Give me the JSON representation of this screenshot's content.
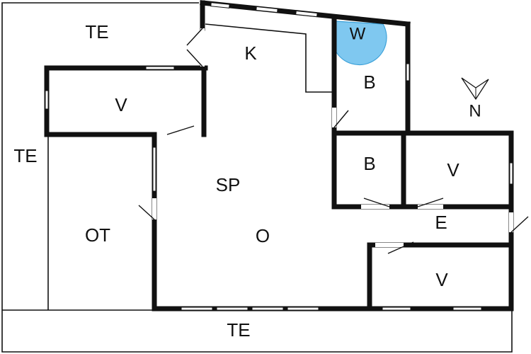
{
  "floorplan": {
    "rooms": {
      "te_top": "TE",
      "te_left": "TE",
      "te_bottom": "TE",
      "k": "K",
      "w": "W",
      "b_upper": "B",
      "b_lower": "B",
      "v_left": "V",
      "v_right_upper": "V",
      "v_right_lower": "V",
      "sp": "SP",
      "o": "O",
      "ot": "OT",
      "e": "E"
    },
    "compass": {
      "label": "N"
    },
    "colors": {
      "wall": "#111111",
      "washer_fill": "#7fc8f0",
      "washer_stroke": "#3aa0d8"
    }
  }
}
